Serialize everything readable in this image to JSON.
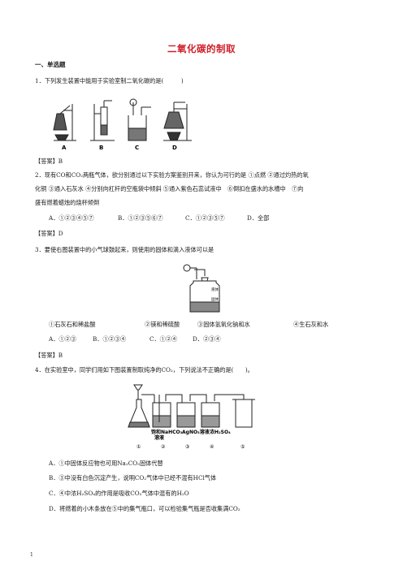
{
  "title": "二氧化碳的制取",
  "section": "一、单选题",
  "q1": {
    "stem": "1．下列发生装置中能用于实验室制二氧化碳的是(　　　)",
    "fig_labels": [
      "A",
      "B",
      "C",
      "D"
    ],
    "answer": "【答案】B"
  },
  "q2": {
    "line1": "2．现有CO和CO₂两瓶气体，欲分别通过以下实验方案鉴别开来，你认为可行的是 ①点燃 ②通过灼热的氧",
    "line2": "化铜 ③通入石灰水 ④分别向杠杆的空瓶袋中倾斜 ⑤通入紫色石蕊试液中　⑥倒扣在盛水的水槽中　⑦向",
    "line3": "盛有燃着蜡烛的烧杯倾倒",
    "options": [
      "A．①②③④⑤⑦",
      "B．①②③⑤⑥⑦",
      "C．①②③⑤⑦",
      "D．全部"
    ],
    "answer": "【答案】D"
  },
  "q3": {
    "stem": "3．要使右图装置中的小气球鼓起来，则使用的固体和滴入液体可以是",
    "fig_labels": [
      "液体",
      "固体"
    ],
    "choices": [
      "①石灰石和稀盐酸",
      "②镁和稀硫酸",
      "③固体氢氧化钠和水",
      "④生石灰和水"
    ],
    "options": [
      "A．①②③",
      "B．①②③④",
      "C．①②④",
      "D．②③④"
    ],
    "answer": "【答案】B"
  },
  "q4": {
    "stem": "4．在实验室中，同学们用如下图装置制取纯净的CO₂，下列说法不正确的是(　　)。",
    "fig_labels": [
      "饱和NaHCO₃",
      "溶液",
      "AgNO₃溶液",
      "浓H₂SO₄",
      "①",
      "②",
      "③",
      "④",
      "⑤"
    ],
    "options": [
      "A．①中固体反应物也可用Na₂CO₃固体代替",
      "B．③中没有白色沉淀产生，说明CO₂气体中已经不混有HCl气体",
      "C．④中浓H₂SO₄的作用是吸收CO₂气体中混有的H₂O",
      "D．将燃着的小木条放在⑤中的集气瓶口，可以检验集气瓶是否收集满CO₂"
    ]
  },
  "page_number": "1"
}
